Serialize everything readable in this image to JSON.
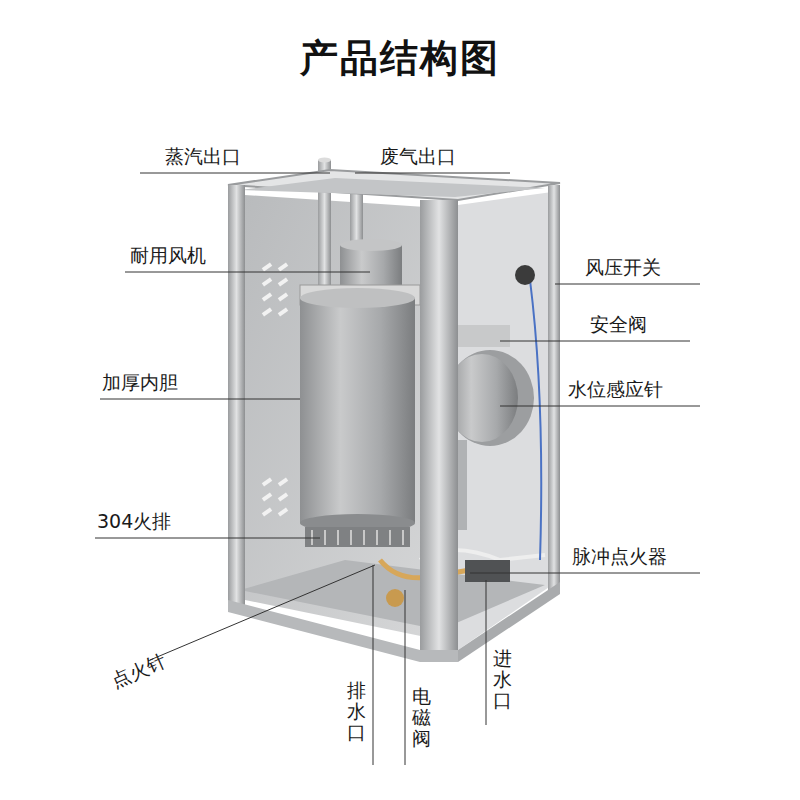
{
  "diagram": {
    "title": "产品结构图",
    "labels": [
      "蒸汽出口",
      "废气出口",
      "耐用风机",
      "风压开关",
      "安全阀",
      "加厚内胆",
      "水位感应针",
      "304火排",
      "脉冲点火器",
      "点火针",
      "排水口",
      "电磁阀",
      "进水口"
    ]
  }
}
